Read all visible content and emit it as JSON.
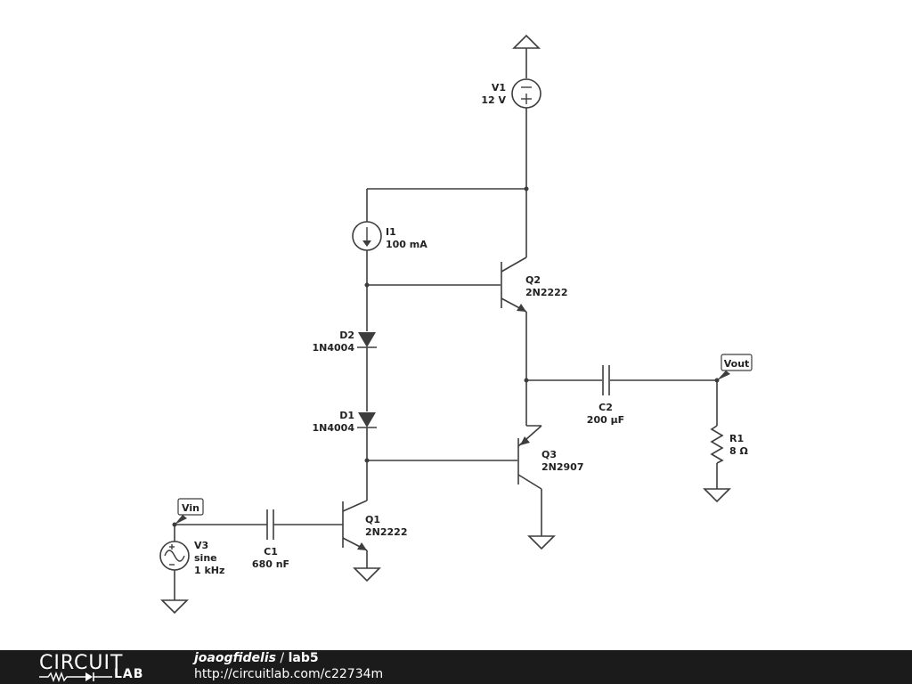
{
  "components": {
    "v1": {
      "name": "V1",
      "value": "12 V"
    },
    "i1": {
      "name": "I1",
      "value": "100 mA"
    },
    "q2": {
      "name": "Q2",
      "value": "2N2222"
    },
    "d2": {
      "name": "D2",
      "value": "1N4004"
    },
    "d1": {
      "name": "D1",
      "value": "1N4004"
    },
    "q3": {
      "name": "Q3",
      "value": "2N2907"
    },
    "q1": {
      "name": "Q1",
      "value": "2N2222"
    },
    "c1": {
      "name": "C1",
      "value": "680 nF"
    },
    "c2": {
      "name": "C2",
      "value": "200 µF"
    },
    "r1": {
      "name": "R1",
      "value": "8 Ω"
    },
    "v3": {
      "name": "V3",
      "type": "sine",
      "freq": "1 kHz"
    }
  },
  "nets": {
    "vin": "Vin",
    "vout": "Vout"
  },
  "footer": {
    "logo_top": "CIRCUIT",
    "logo_bottom": "LAB",
    "user": "joaogfidelis",
    "separator": " / ",
    "project": "lab5",
    "url": "http://circuitlab.com/c22734m"
  },
  "colors": {
    "wire": "#3d3d3d",
    "footer_bg": "#1b1b1b"
  }
}
